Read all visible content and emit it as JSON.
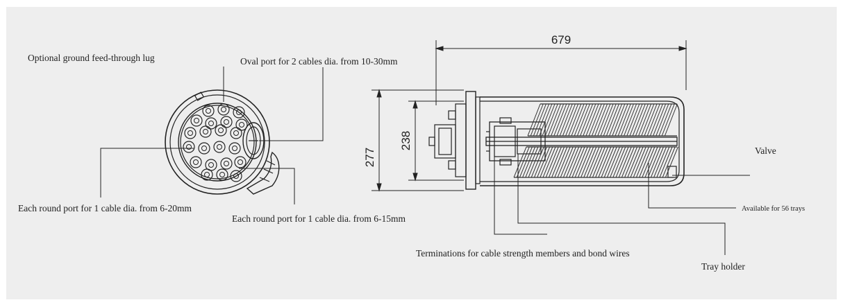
{
  "labels": {
    "ground_lug": "Optional ground feed-through lug",
    "oval_port": "Oval port for 2 cables dia. from 10-30mm",
    "round_port_20": "Each round port for 1 cable dia. from 6-20mm",
    "round_port_15": "Each round port for 1 cable dia. from 6-15mm",
    "valve": "Valve",
    "trays": "Available for 56  trays",
    "terminations": "Terminations for cable strength members and bond wires",
    "tray_holder": "Tray holder"
  },
  "dimensions": {
    "length": "679",
    "outer_height": "277",
    "inner_height": "238"
  },
  "colors": {
    "background": "#eeeeee",
    "line": "#222222"
  }
}
